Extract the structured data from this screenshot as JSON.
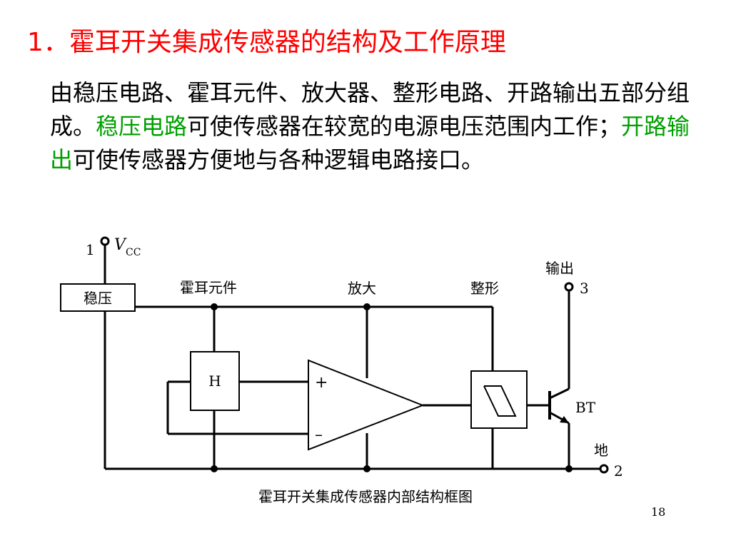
{
  "slide": {
    "title": "1．霍耳开关集成传感器的结构及工作原理",
    "page_number": "18"
  },
  "paragraph": {
    "text_1": "由稳压电路、霍耳元件、放大器、整形电路、开路输出五部分组成。",
    "highlight_1": "稳压电路",
    "text_2": "可使传感器在较宽的电源电压范围内工作；",
    "highlight_2": "开路输出",
    "text_3": "可使传感器方便地与各种逻辑电路接口。",
    "highlight_color": "#00a000"
  },
  "diagram": {
    "pin1_number": "1",
    "vcc_v": "V",
    "vcc_sub": "CC",
    "regulator_label": "稳压",
    "hall_element_label": "霍耳元件",
    "hall_box_label": "H",
    "amplifier_label": "放大",
    "amp_plus": "+",
    "amp_minus": "–",
    "shaper_label": "整形",
    "output_label": "输出",
    "pin3_number": "3",
    "transistor_label": "BT",
    "ground_label": "地",
    "pin2_number": "2",
    "caption": "霍耳开关集成传感器内部结构框图"
  },
  "colors": {
    "title": "#ff0000",
    "highlight": "#00a000",
    "text": "#000000"
  }
}
